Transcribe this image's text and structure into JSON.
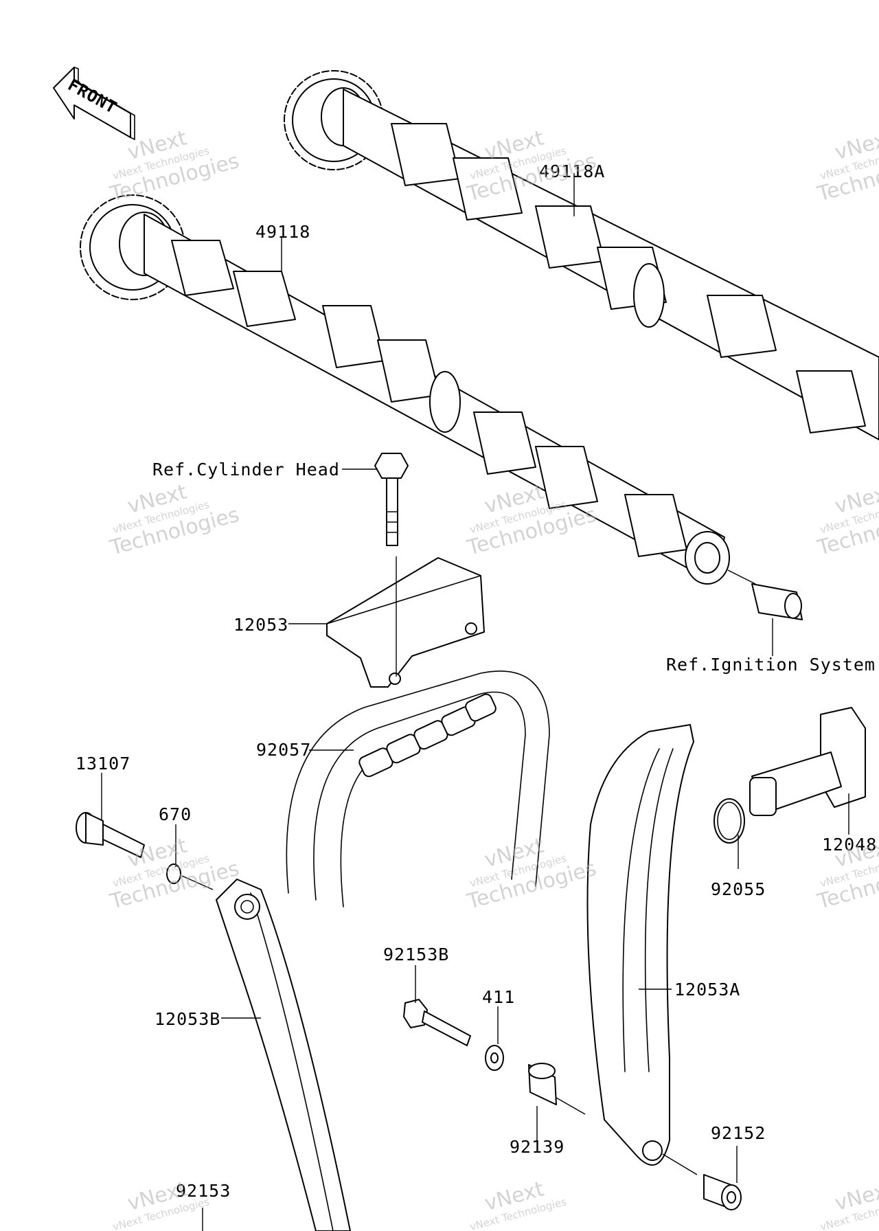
{
  "front_arrow": {
    "label": "FRONT"
  },
  "watermark": {
    "line1": "vNext",
    "line2": "vNext Technologies",
    "line3": "Technologies"
  },
  "callouts": {
    "camshaft_intake": "49118A",
    "camshaft_exhaust": "49118",
    "ref_cylinder_head": "Ref.Cylinder Head",
    "guide_top": "12053",
    "ref_ignition": "Ref.Ignition System",
    "chain": "92057",
    "bolt_13107": "13107",
    "oring_670": "670",
    "tensioner": "12048",
    "oring_92055": "92055",
    "guide_a": "12053A",
    "bolt_92153b": "92153B",
    "washer_411": "411",
    "guide_b": "12053B",
    "collar_92139": "92139",
    "collar_92152": "92152",
    "bolt_92153": "92153"
  },
  "colors": {
    "line": "#000000",
    "watermark": "#b0b0b0",
    "background": "#ffffff"
  }
}
